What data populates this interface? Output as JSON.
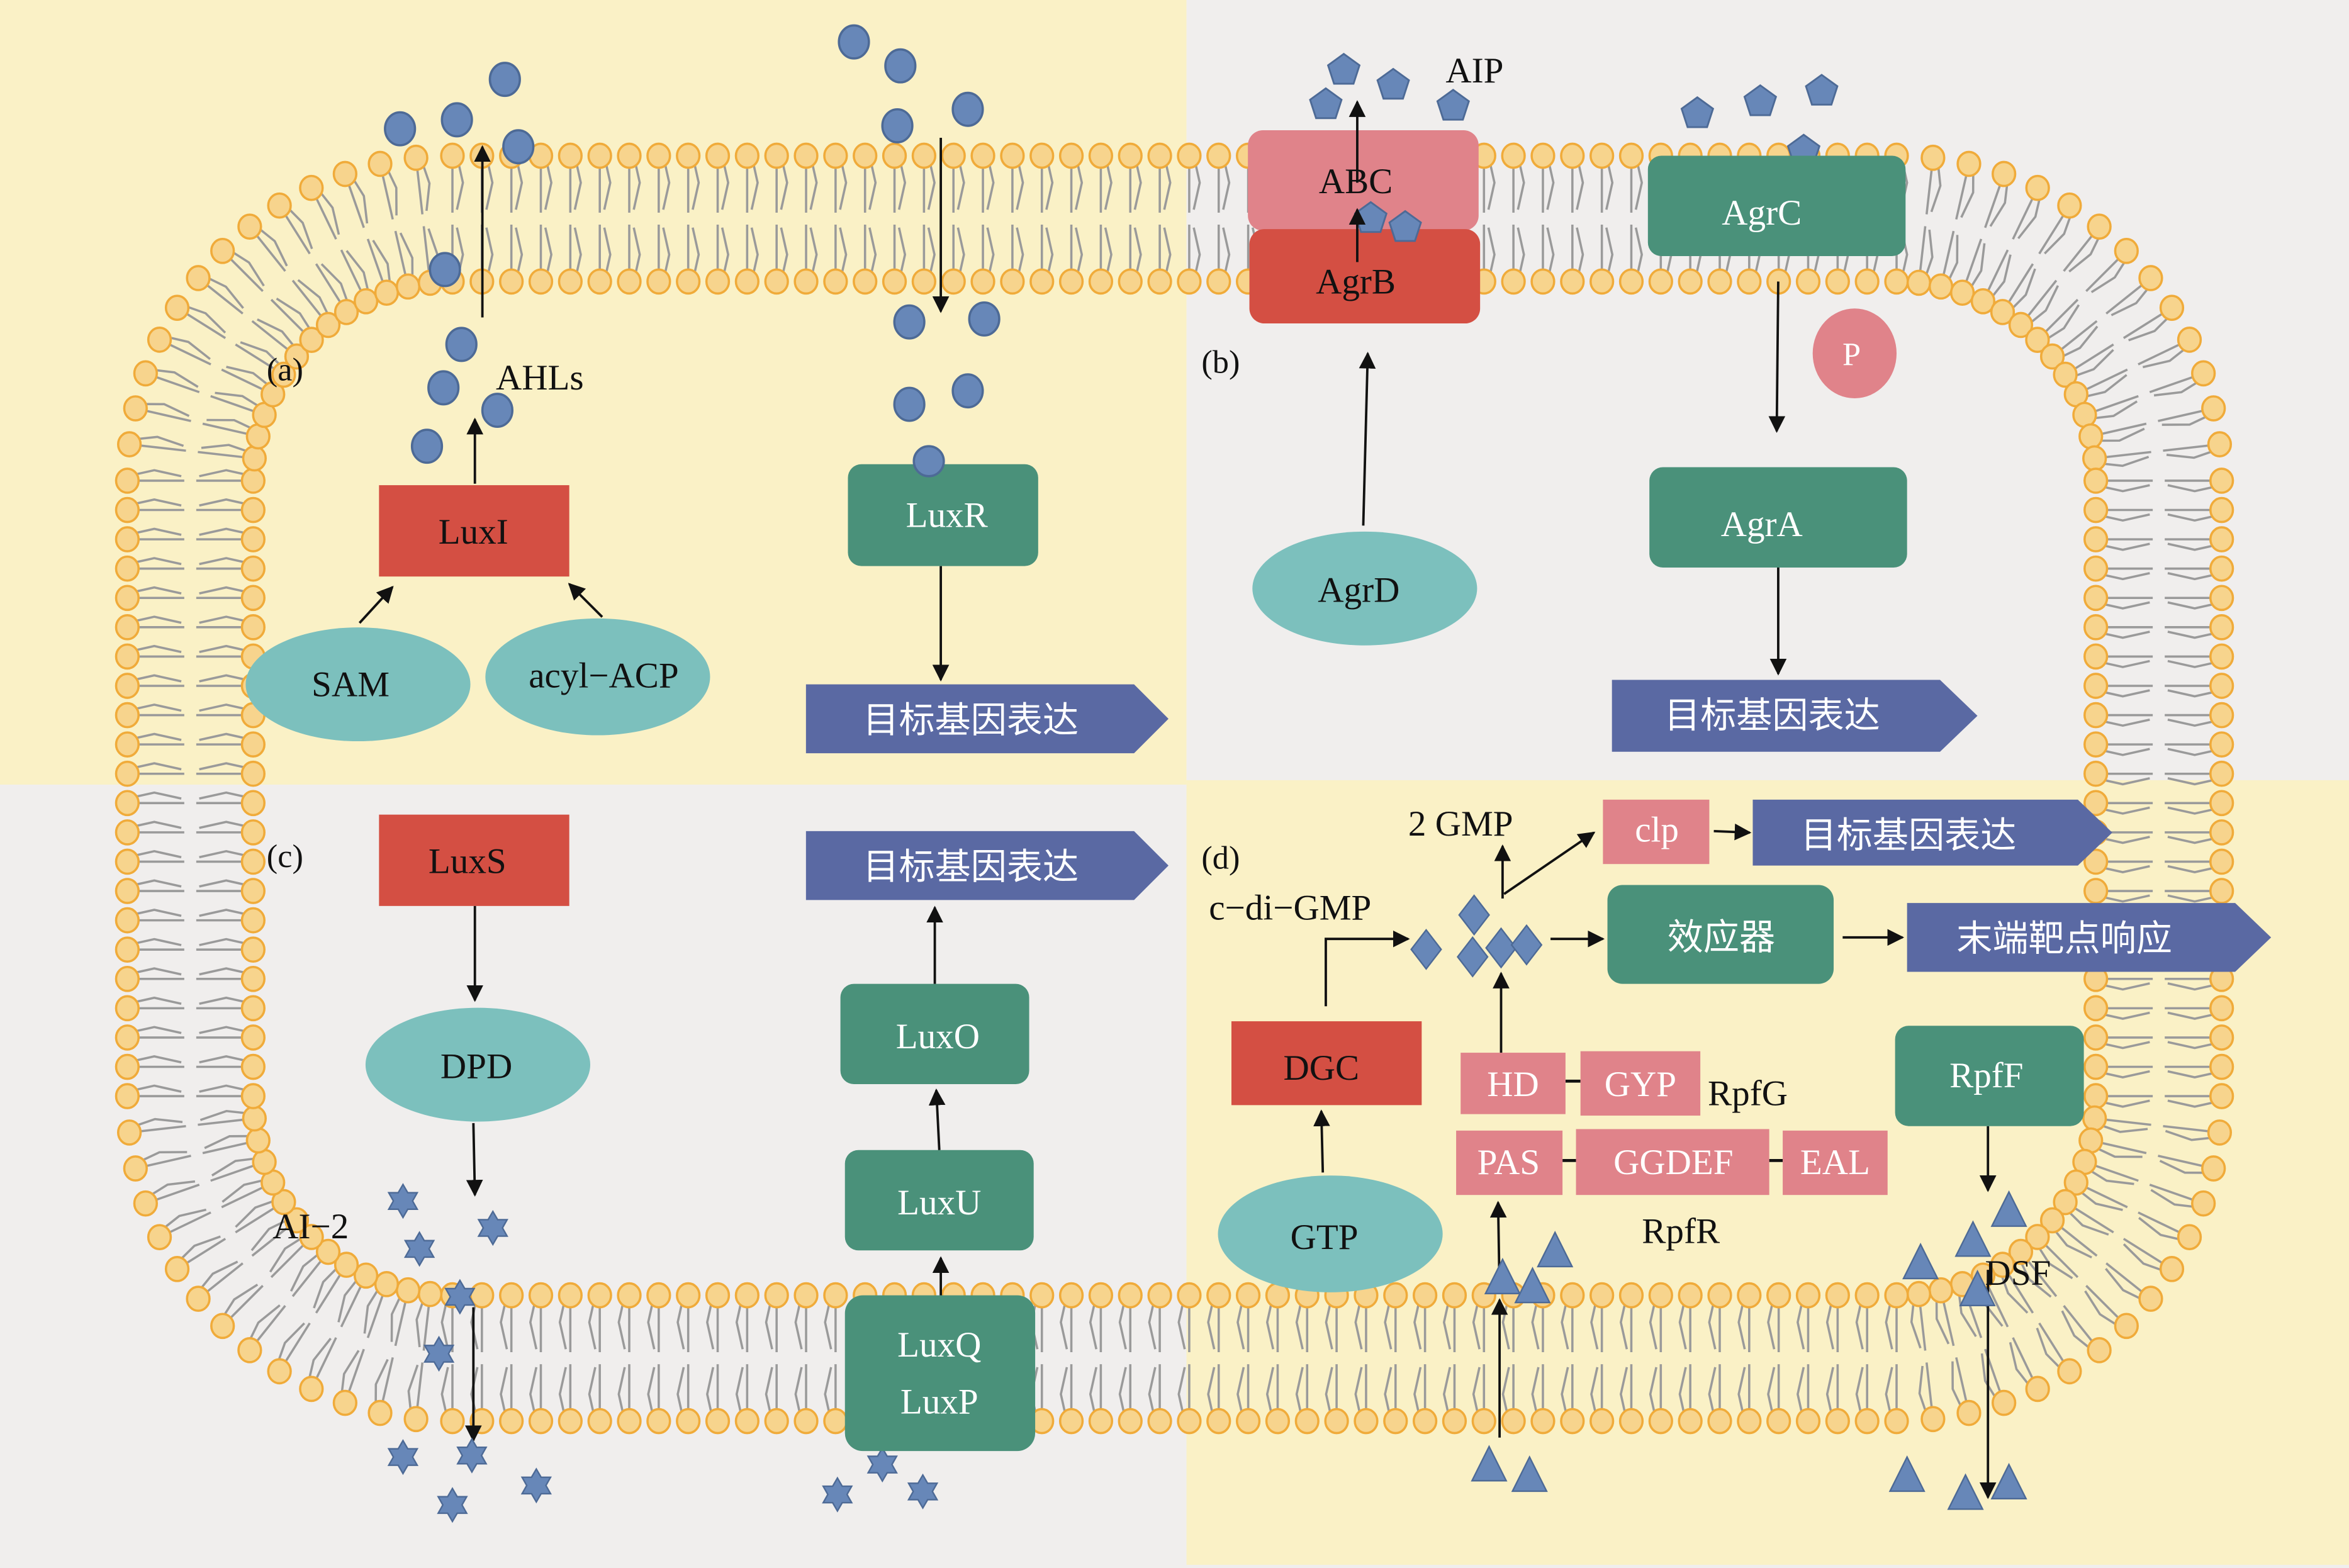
{
  "colors": {
    "bg_yellow": "#faf1c6",
    "bg_gray": "#f0eeed",
    "lipid_head_fill": "#f7d48d",
    "lipid_head_stroke": "#f0ab3a",
    "lipid_tail": "#9a9a9a",
    "red_box": "#d44f43",
    "pink_box": "#e0838a",
    "green_box": "#4a917a",
    "teal_ellipse": "#7cc0bd",
    "blue_arrow_box": "#5a69a3",
    "molecule_fill": "#6787b8",
    "molecule_stroke": "#4d6a96",
    "arrow": "#111111"
  },
  "panels": {
    "a": {
      "label": "(a)",
      "signal_label": "AHLs",
      "synthase": "LuxI",
      "substrate_1": "SAM",
      "substrate_2": "acyl−ACP",
      "receptor": "LuxR",
      "output": "目标基因表达",
      "molecule_shape": "circle"
    },
    "b": {
      "label": "(b)",
      "signal_label": "AIP",
      "transporter": "ABC",
      "processor": "AgrB",
      "precursor": "AgrD",
      "sensor_kinase": "AgrC",
      "phosphate": "P",
      "response_regulator": "AgrA",
      "output": "目标基因表达",
      "molecule_shape": "pentagon"
    },
    "c": {
      "label": "(c)",
      "signal_label": "AI−2",
      "synthase": "LuxS",
      "intermediate": "DPD",
      "receptor_1": "LuxQ",
      "receptor_2": "LuxP",
      "relay": "LuxU",
      "regulator": "LuxO",
      "output": "目标基因表达",
      "molecule_shape": "hexagram"
    },
    "d": {
      "label": "(d)",
      "second_messenger": "c−di−GMP",
      "degradation_product": "2 GMP",
      "clp": "clp",
      "output_1": "目标基因表达",
      "effector": "效应器",
      "output_2": "末端靶点响应",
      "dgc": "DGC",
      "gtp": "GTP",
      "rpfg_domains": [
        "HD",
        "GYP"
      ],
      "rpfg_label": "RpfG",
      "rpfr_domains": [
        "PAS",
        "GGDEF",
        "EAL"
      ],
      "rpfr_label": "RpfR",
      "synthase": "RpfF",
      "signal_label": "DSF",
      "molecule_shape": "triangle"
    }
  }
}
